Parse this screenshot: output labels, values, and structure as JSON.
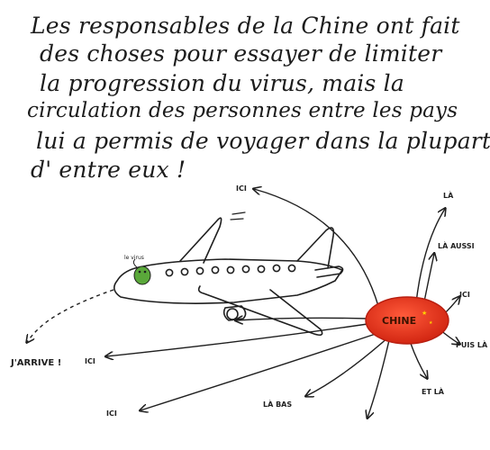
{
  "story": {
    "lines": [
      "Les responsables de la Chine ont fait",
      "des choses pour essayer de limiter",
      "la progression du virus, mais la",
      "circulation des personnes entre les pays",
      "lui a permis de voyager dans la plupart",
      "d' entre eux !"
    ]
  },
  "map": {
    "china_label": "CHINE",
    "pilot_label": "le virus",
    "arrive_label": "J'ARRIVE !",
    "destinations": {
      "ici_top": "ICI",
      "la_top_right": "LÀ",
      "la_aussi": "LÀ AUSSI",
      "ici_right": "ICI",
      "puis_la": "PUIS LÀ",
      "et_la": "ET LÀ",
      "la_bas": "LÀ BAS",
      "ici_bottom_left": "ICI",
      "ici_left": "ICI"
    },
    "colors": {
      "china_fill": "#e8321c",
      "china_edge": "#b81e10",
      "pilot_green": "#5aa83a",
      "ink": "#1f1f1f"
    }
  }
}
